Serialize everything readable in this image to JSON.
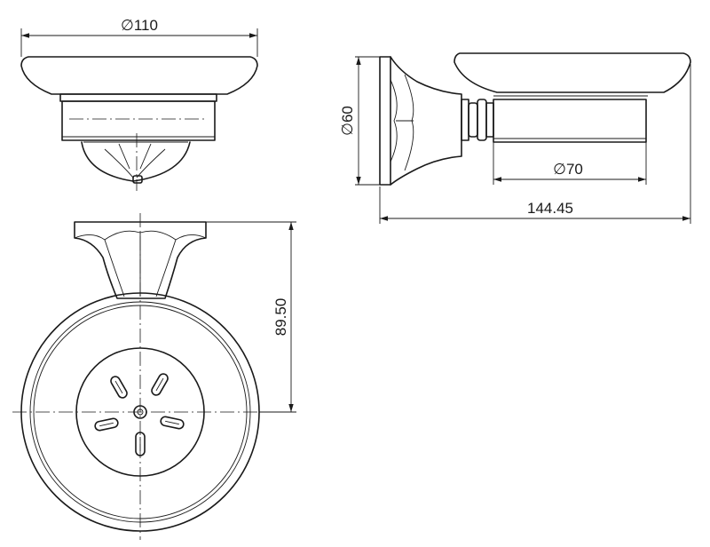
{
  "dimensions": {
    "top_diameter": "∅110",
    "side_height": "∅60",
    "side_cup_diameter": "∅70",
    "side_length": "144.45",
    "front_height": "89.50"
  }
}
